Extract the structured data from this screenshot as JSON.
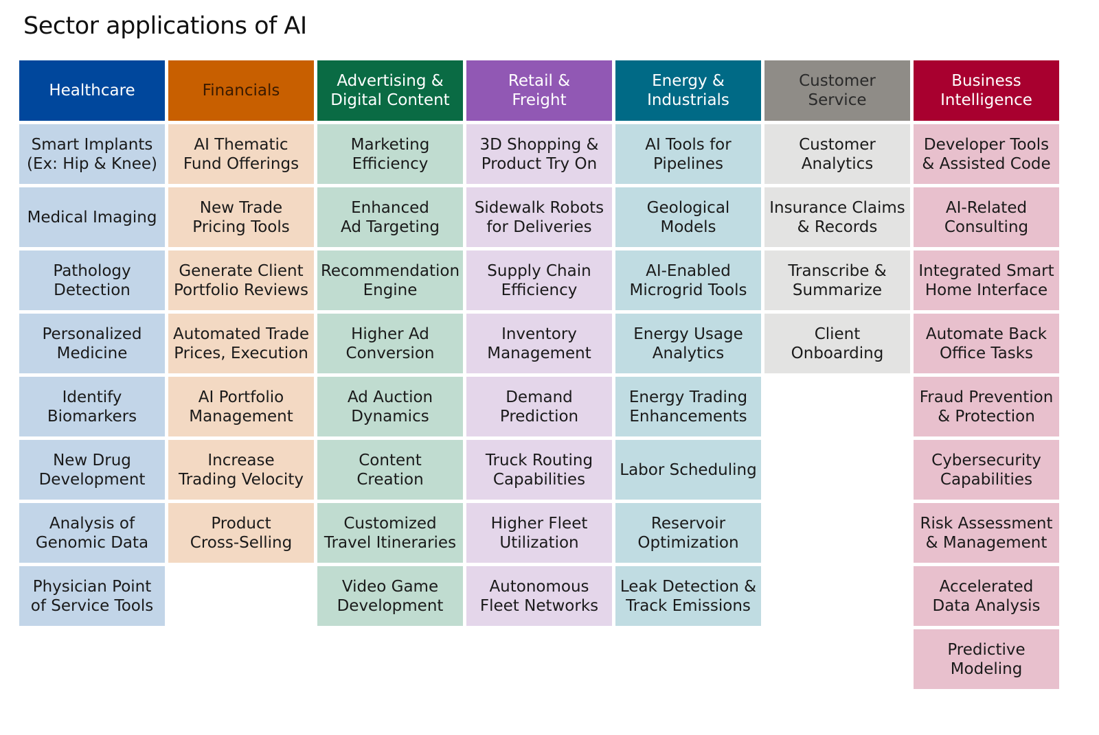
{
  "title": "Sector applications of AI",
  "columns": [
    {
      "header": "Healthcare",
      "header_color": "#00479c",
      "header_text": "#ffffff",
      "cell_color": "#c2d5e8",
      "items": [
        "Smart Implants\n(Ex: Hip & Knee)",
        "Medical Imaging",
        "Pathology\nDetection",
        "Personalized\nMedicine",
        "Identify\nBiomarkers",
        "New Drug\nDevelopment",
        "Analysis of\nGenomic Data",
        "Physician Point\nof Service Tools"
      ]
    },
    {
      "header": "Financials",
      "header_color": "#c85f00",
      "header_text": "#3a1a00",
      "cell_color": "#f3d9c3",
      "items": [
        "AI Thematic\nFund Offerings",
        "New Trade\nPricing Tools",
        "Generate Client\nPortfolio Reviews",
        "Automated Trade\nPrices, Execution",
        "AI Portfolio\nManagement",
        "Increase\nTrading Velocity",
        "Product\nCross-Selling"
      ]
    },
    {
      "header": "Advertising &\nDigital Content",
      "header_color": "#0a6b44",
      "header_text": "#ffffff",
      "cell_color": "#c0dcd0",
      "items": [
        "Marketing\nEfficiency",
        "Enhanced\nAd Targeting",
        "Recommendation\nEngine",
        "Higher Ad\nConversion",
        "Ad Auction\nDynamics",
        "Content\nCreation",
        "Customized\nTravel Itineraries",
        "Video Game\nDevelopment"
      ]
    },
    {
      "header": "Retail &\nFreight",
      "header_color": "#9158b4",
      "header_text": "#ffffff",
      "cell_color": "#e4d6ea",
      "items": [
        "3D Shopping &\nProduct Try On",
        "Sidewalk Robots\nfor Deliveries",
        "Supply Chain\nEfficiency",
        "Inventory\nManagement",
        "Demand\nPrediction",
        "Truck Routing\nCapabilities",
        "Higher Fleet\nUtilization",
        "Autonomous\nFleet Networks"
      ]
    },
    {
      "header": "Energy &\nIndustrials",
      "header_color": "#006a86",
      "header_text": "#ffffff",
      "cell_color": "#c0dce2",
      "items": [
        "AI Tools for\nPipelines",
        "Geological\nModels",
        "AI-Enabled\nMicrogrid Tools",
        "Energy Usage\nAnalytics",
        "Energy Trading\nEnhancements",
        "Labor Scheduling",
        "Reservoir\nOptimization",
        "Leak Detection &\nTrack Emissions"
      ]
    },
    {
      "header": "Customer\nService",
      "header_color": "#8f8c87",
      "header_text": "#2a2a2a",
      "cell_color": "#e3e3e2",
      "items": [
        "Customer\nAnalytics",
        "Insurance Claims\n& Records",
        "Transcribe &\nSummarize",
        "Client\nOnboarding"
      ]
    },
    {
      "header": "Business\nIntelligence",
      "header_color": "#a8002f",
      "header_text": "#ffffff",
      "cell_color": "#e8c0cd",
      "items": [
        "Developer Tools\n& Assisted Code",
        "AI-Related\nConsulting",
        "Integrated Smart\nHome Interface",
        "Automate Back\nOffice Tasks",
        "Fraud Prevention\n& Protection",
        "Cybersecurity\nCapabilities",
        "Risk Assessment\n& Management",
        "Accelerated\nData Analysis",
        "Predictive\nModeling"
      ]
    }
  ]
}
